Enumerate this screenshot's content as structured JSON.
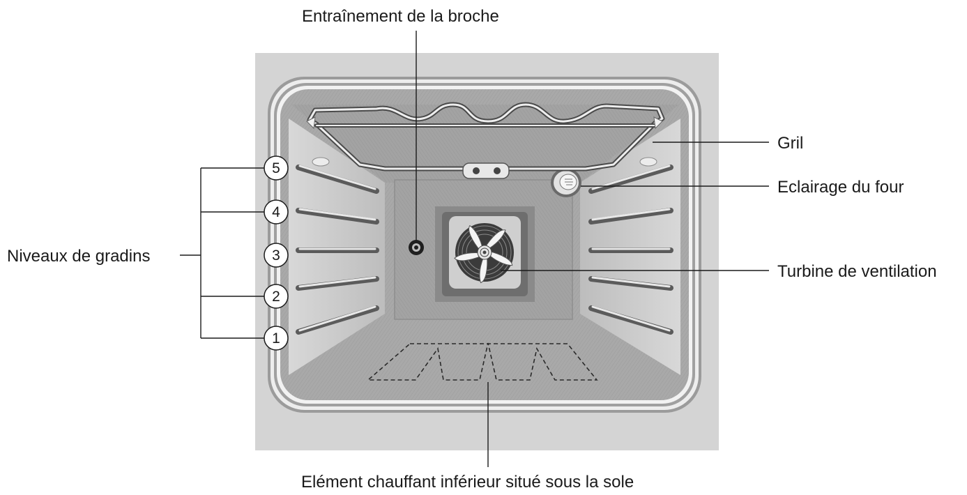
{
  "labels": {
    "spit_drive": "Entraînement de la broche",
    "grill": "Gril",
    "oven_light": "Eclairage du four",
    "fan": "Turbine de ventilation",
    "shelf_levels": "Niveaux de gradins",
    "bottom_element": "Elément chauffant inférieur situé sous la sole"
  },
  "shelf_numbers": [
    "5",
    "4",
    "3",
    "2",
    "1"
  ],
  "colors": {
    "background_panel": "#d4d4d4",
    "cavity_wall": "#a6a6a6",
    "cavity_floor": "#9a9a9a",
    "back_wall": "#b2b2b2",
    "side_wall": "#c4c4c4",
    "line": "#1a1a1a"
  }
}
